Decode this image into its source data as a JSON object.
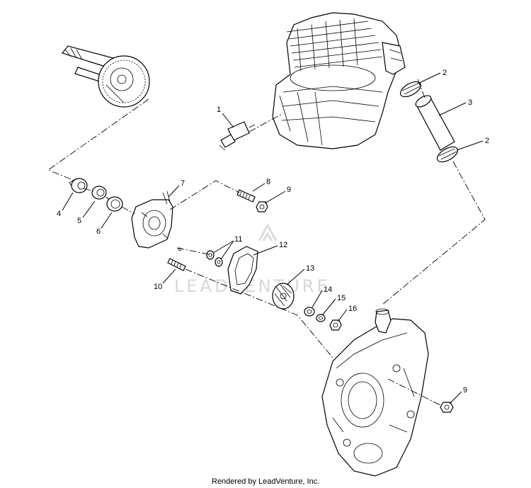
{
  "diagram": {
    "callouts": {
      "c1": "1",
      "c2a": "2",
      "c3": "3",
      "c2b": "2",
      "c7": "7",
      "c8": "8",
      "c9a": "9",
      "c4": "4",
      "c5": "5",
      "c6": "6",
      "c11": "11",
      "c12": "12",
      "c10": "10",
      "c13": "13",
      "c14": "14",
      "c15": "15",
      "c16": "16",
      "c9b": "9"
    },
    "watermark": "LEADVENTURE",
    "footer": "Rendered by LeadVenture, Inc."
  }
}
